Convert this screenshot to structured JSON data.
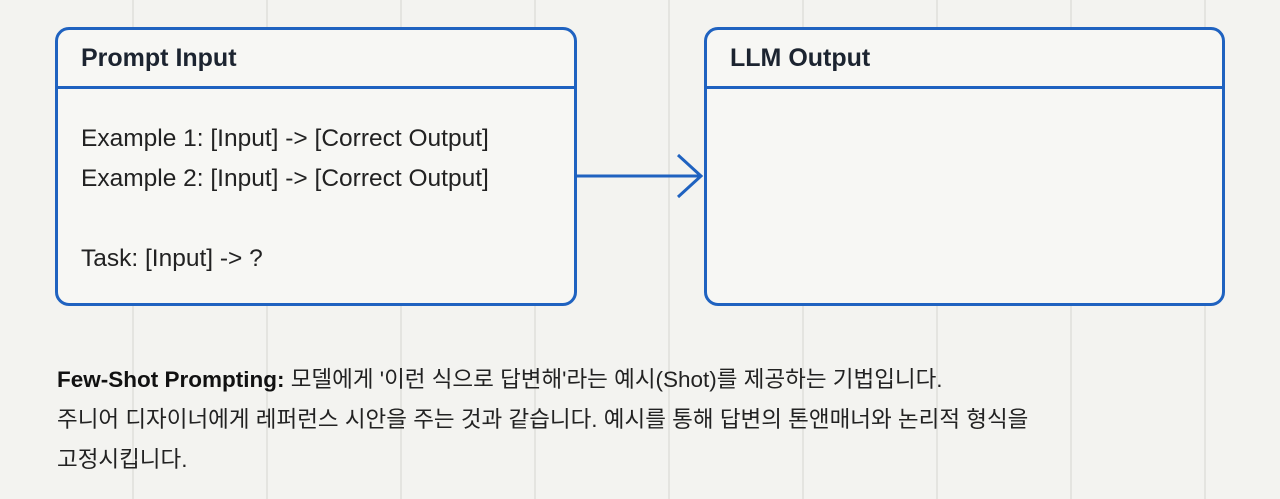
{
  "input_panel": {
    "title": "Prompt Input",
    "lines": [
      "Example 1: [Input] -> [Correct Output]",
      "Example 2: [Input] -> [Correct Output]",
      "Task: [Input] -> ?"
    ]
  },
  "output_panel": {
    "title": "LLM Output"
  },
  "caption": {
    "term": "Few-Shot Prompting:",
    "line1_text": " 모델에게 '이런 식으로 답변해'라는 예시(Shot)를 제공하는 기법입니다.",
    "line2_text": "주니어 디자이너에게 레퍼런스 시안을 주는 것과 같습니다. 예시를 통해 답변의 톤앤매너와 논리적 형식을",
    "line3_text": "고정시킵니다."
  },
  "colors": {
    "accent": "#1f62c0",
    "background": "#f3f3f0",
    "text": "#222222"
  }
}
